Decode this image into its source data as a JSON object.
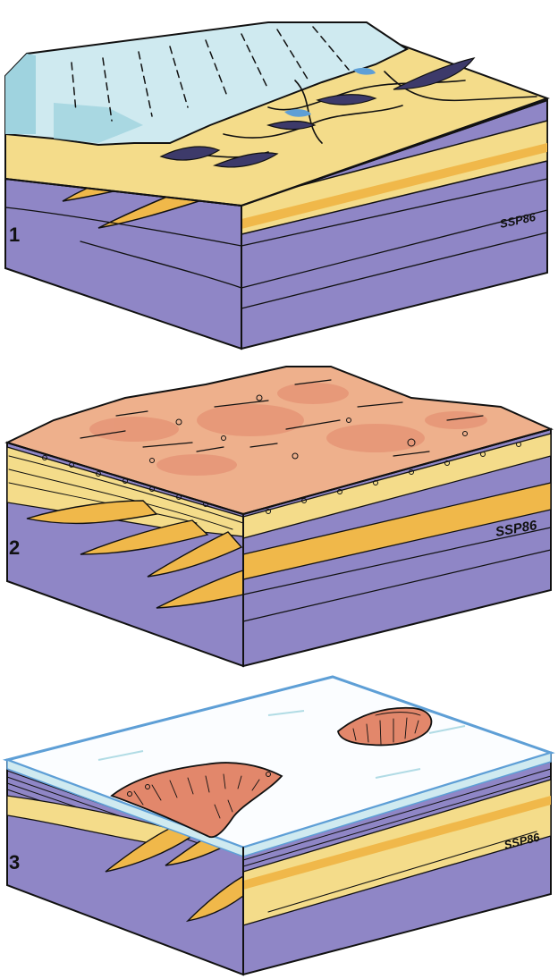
{
  "panels": [
    {
      "number": "1",
      "signature": "SSP86"
    },
    {
      "number": "2",
      "signature": "SSP86"
    },
    {
      "number": "3",
      "signature": "SSP86"
    }
  ],
  "colors": {
    "ice": "#cfeaf0",
    "ice_shade": "#9fd3df",
    "sand": "#f4dc8a",
    "sand_dark": "#f0b84a",
    "bedrock": "#8f86c6",
    "bedrock_dark": "#6e66ab",
    "desert": "#eeb08c",
    "desert_dark": "#e2876b",
    "sea_edge": "#5e9fd6",
    "ink": "#111111"
  }
}
